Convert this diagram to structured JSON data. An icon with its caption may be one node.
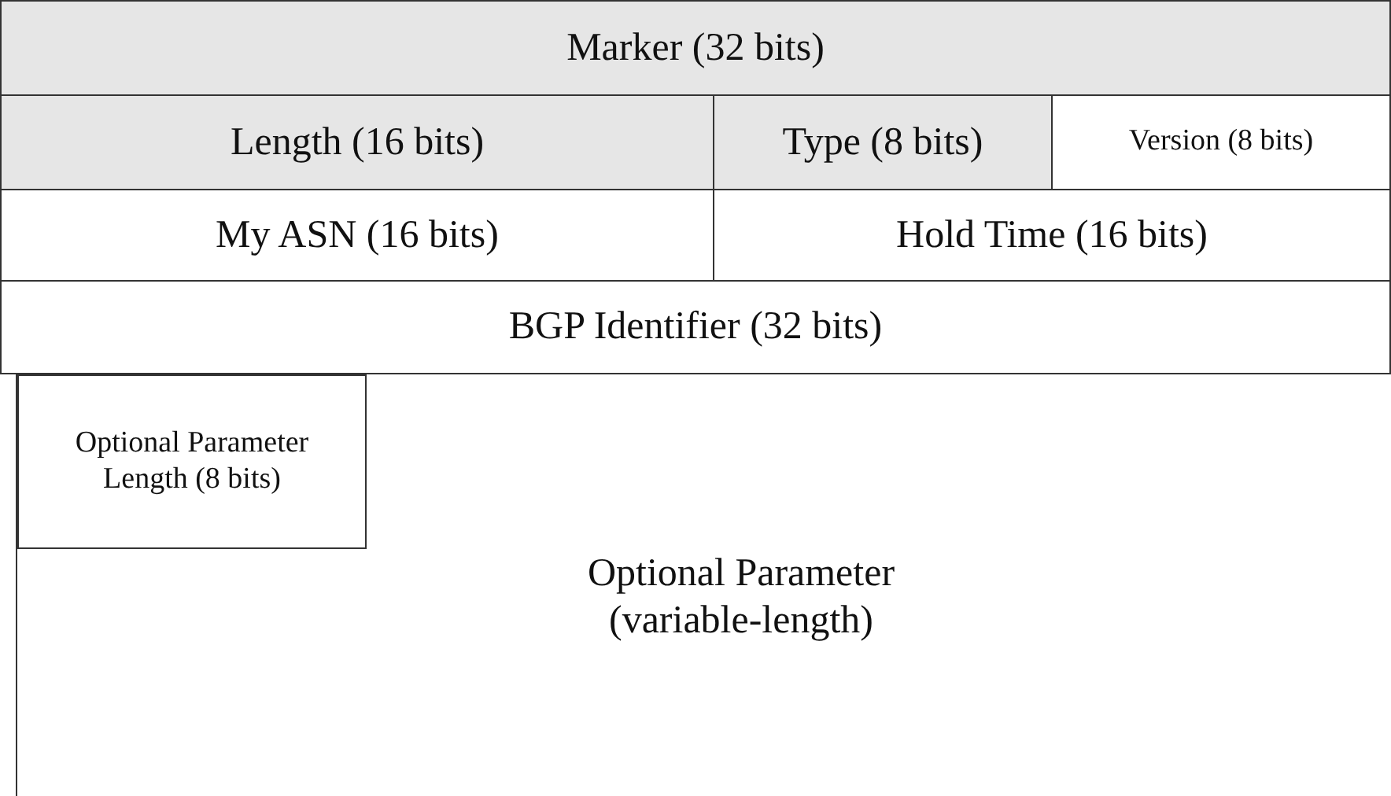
{
  "diagram": {
    "nodes": [
      {
        "text": [
          "Marker (32 bits)"
        ]
      },
      {
        "text": [
          "Length (16 bits)"
        ]
      },
      {
        "text": [
          "Type (8 bits)"
        ]
      },
      {
        "text": [
          "Version (8 bits)"
        ]
      },
      {
        "text": [
          "My ASN (16 bits)"
        ]
      },
      {
        "text": [
          "Hold Time (16 bits)"
        ]
      },
      {
        "text": [
          "BGP Identifier (32 bits)"
        ]
      },
      {
        "text": [
          "Optional Parameter (variable-length)"
        ]
      },
      {
        "text": [
          "Optional Parameter Length (8 bits)"
        ],
        "in": 7
      }
    ],
    "edges": []
  }
}
